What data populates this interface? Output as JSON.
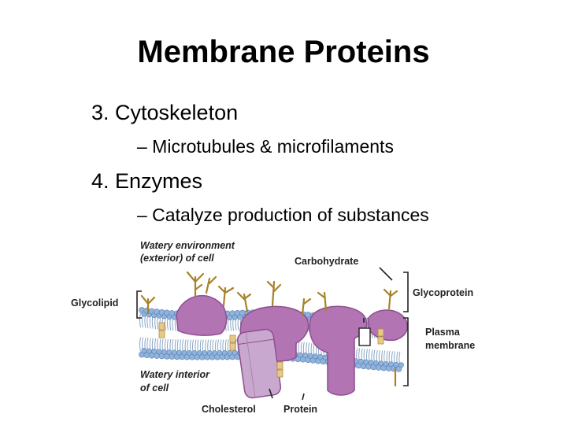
{
  "slide": {
    "title": "Membrane Proteins",
    "items": [
      {
        "heading": "3. Cytoskeleton",
        "sub": "– Microtubules & microfilaments"
      },
      {
        "heading": "4. Enzymes",
        "sub": "– Catalyze production of substances"
      }
    ]
  },
  "diagram": {
    "labels": {
      "watery_env_1": "Watery environment",
      "watery_env_2": "(exterior) of cell",
      "carbohydrate": "Carbohydrate",
      "glycolipid": "Glycolipid",
      "glycoprotein": "Glycoprotein",
      "plasma_1": "Plasma",
      "plasma_2": "membrane",
      "interior_1": "Watery interior",
      "interior_2": "of cell",
      "cholesterol": "Cholesterol",
      "protein": "Protein"
    },
    "colors": {
      "head": "#8fb3dd",
      "head_edge": "#5a7fb0",
      "tail": "#8aa6c6",
      "protein": "#b374b3",
      "protein_dark": "#8e4f8e",
      "channel": "#c9a8cf",
      "carbohydrate": "#a8822a",
      "cholesterol": "#e6c98a",
      "leader": "#222222"
    }
  }
}
